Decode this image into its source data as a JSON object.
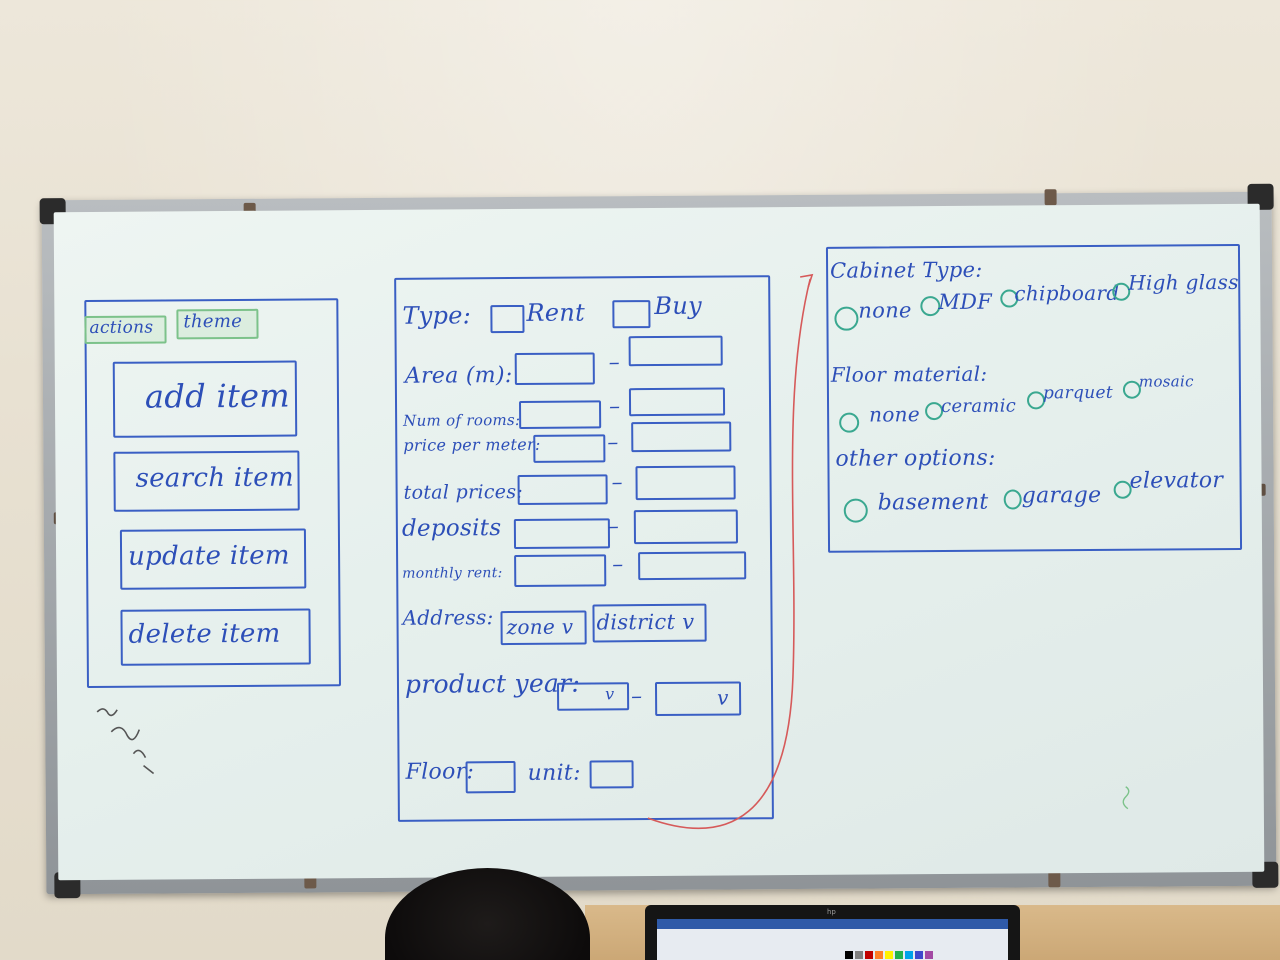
{
  "left_panel": {
    "tabs": [
      "actions",
      "theme"
    ],
    "buttons": [
      "add item",
      "search item",
      "update item",
      "delete item"
    ]
  },
  "form": {
    "type_label": "Type:",
    "type_options": [
      "Rent",
      "Buy"
    ],
    "range_fields": [
      {
        "label": "Area (m):"
      },
      {
        "label": "Num of rooms:"
      },
      {
        "label": "price per meter:"
      },
      {
        "label": "total prices:"
      },
      {
        "label": "deposits"
      },
      {
        "label": "monthly rent:"
      }
    ],
    "address_label": "Address:",
    "address_selects": [
      "zone v",
      "district v"
    ],
    "product_year_label": "product year:",
    "product_year_selects": [
      "v",
      "v"
    ],
    "floor_label": "Floor:",
    "unit_label": "unit:"
  },
  "options_panel": {
    "cabinet_label": "Cabinet Type:",
    "cabinet_options": [
      "none",
      "MDF",
      "chipboard",
      "High glass"
    ],
    "floor_material_label": "Floor material:",
    "floor_material_options": [
      "none",
      "ceramic",
      "parquet",
      "mosaic"
    ],
    "other_options_label": "other options:",
    "other_options": [
      "basement",
      "garage",
      "elevator"
    ]
  },
  "colors": {
    "ink_blue": "#2d4fb8",
    "highlighter_green": "#7cc28a",
    "radio_teal": "#3aa890",
    "arrow_red": "#d65a5a"
  }
}
